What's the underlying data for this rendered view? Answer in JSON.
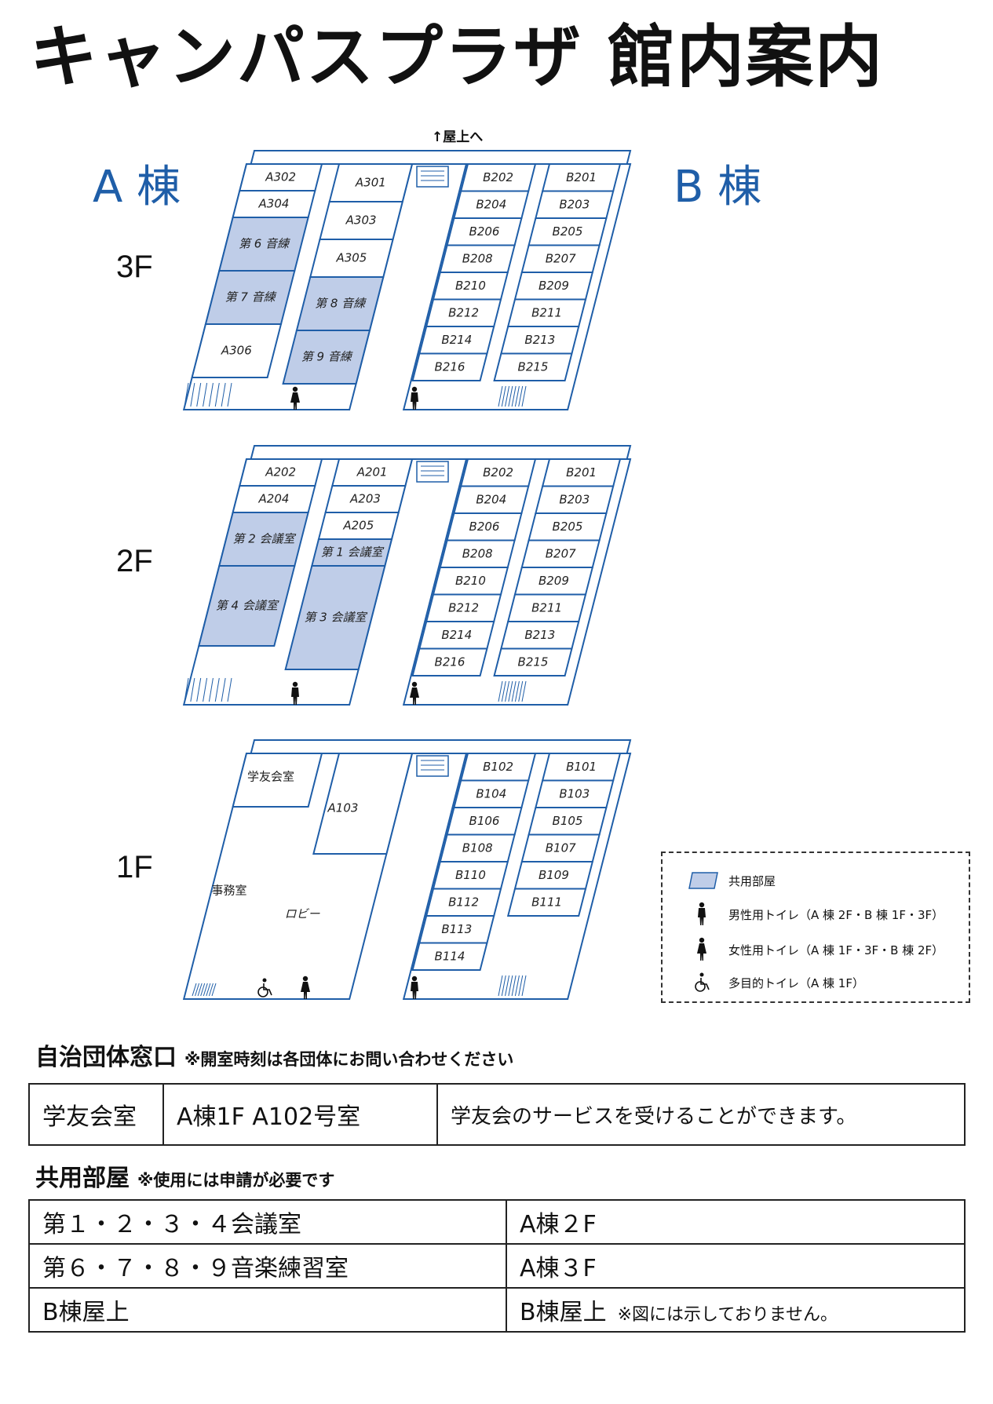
{
  "title": "キャンパスプラザ 館内案内",
  "wings": {
    "a": "A 棟",
    "b": "B 棟"
  },
  "roof_label": "↑屋上へ",
  "floors": [
    {
      "label": "3F",
      "a_rooms": [
        "A302",
        "A304",
        "第 6 音練",
        "第 7 音練",
        "A306",
        "A301",
        "A303",
        "A305",
        "第 8 音練",
        "第 9 音練"
      ],
      "b_rooms": [
        "B202",
        "B204",
        "B206",
        "B208",
        "B210",
        "B212",
        "B214",
        "B216",
        "B201",
        "B203",
        "B205",
        "B207",
        "B209",
        "B211",
        "B213",
        "B215"
      ]
    },
    {
      "label": "2F",
      "a_rooms": [
        "A202",
        "A204",
        "第 2 会議室",
        "第 4 会議室",
        "A201",
        "A203",
        "A205",
        "第 1 会議室",
        "第 3 会議室"
      ],
      "b_rooms": [
        "B202",
        "B204",
        "B206",
        "B208",
        "B210",
        "B212",
        "B214",
        "B216",
        "B201",
        "B203",
        "B205",
        "B207",
        "B209",
        "B211",
        "B213",
        "B215"
      ]
    },
    {
      "label": "1F",
      "a_rooms": [
        "学友会室",
        "事務室",
        "A103",
        "ロビー"
      ],
      "b_rooms": [
        "B102",
        "B104",
        "B106",
        "B108",
        "B110",
        "B112",
        "B113",
        "B114",
        "B101",
        "B103",
        "B105",
        "B107",
        "B109",
        "B111"
      ]
    }
  ],
  "legend": {
    "shared": "共用部屋",
    "male": "男性用トイレ（A 棟 2F・B 棟 1F・3F）",
    "female": "女性用トイレ（A 棟 1F・3F・B 棟 2F）",
    "accessible": "多目的トイレ（A 棟 1F）"
  },
  "colors": {
    "line": "#1f5ea8",
    "shared_fill": "#bfcde8",
    "wing_text": "#1f5ea8"
  },
  "icons": [
    "male-toilet-icon",
    "female-toilet-icon",
    "wheelchair-icon",
    "stairs-icon"
  ],
  "jichi": {
    "title": "自治団体窓口",
    "note": "※開室時刻は各団体にお問い合わせください",
    "row": {
      "name": "学友会室",
      "place": "A棟1F A102号室",
      "desc": "学友会のサービスを受けることができます。"
    }
  },
  "shared": {
    "title": "共用部屋",
    "note": "※使用には申請が必要です",
    "rows": [
      {
        "room": "第１・２・３・４会議室",
        "place": "A棟２F",
        "note": ""
      },
      {
        "room": "第６・７・８・９音楽練習室",
        "place": "A棟３F",
        "note": ""
      },
      {
        "room": "B棟屋上",
        "place": "B棟屋上",
        "note": "※図には示しておりません。"
      }
    ]
  }
}
